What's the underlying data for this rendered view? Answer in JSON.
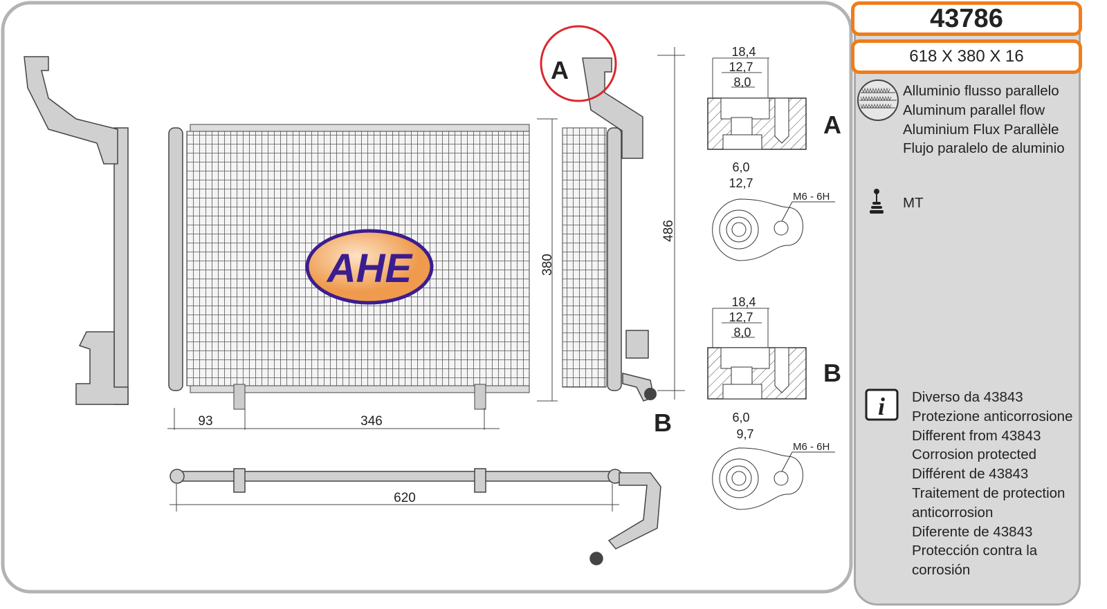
{
  "product": {
    "code": "43786",
    "dimensions": "618 X 380 X 16"
  },
  "material": {
    "icon": "parallel-flow-core-icon",
    "lines": [
      "Alluminio flusso parallelo",
      "Aluminum parallel flow",
      "Aluminium Flux Parallèle",
      "Flujo paralelo de aluminio"
    ]
  },
  "transmission": {
    "icon": "gear-shift-icon",
    "label": "MT"
  },
  "notes": {
    "icon": "info-icon",
    "lines": [
      "Diverso da 43843",
      "Protezione anticorrosione",
      "Different from 43843",
      "Corrosion protected",
      "Différent de 43843",
      "Traitement de protection",
      "anticorrosion",
      "Diferente de 43843",
      "Protección contra la",
      "corrosión"
    ]
  },
  "drawing": {
    "logo": "AHE",
    "dims": {
      "height_core": "380",
      "height_total": "486",
      "bracket_left": "93",
      "bracket_span": "346",
      "width_total": "620"
    },
    "callouts": {
      "a": "A",
      "b": "B"
    },
    "detail_a": {
      "label": "A",
      "d1": "18,4",
      "d2": "12,7",
      "d3": "8,0",
      "d4": "6,0",
      "d5": "12,7",
      "thread": "M6 - 6H"
    },
    "detail_b": {
      "label": "B",
      "d1": "18,4",
      "d2": "12,7",
      "d3": "8,0",
      "d4": "6,0",
      "d5": "9,7",
      "thread": "M6 - 6H"
    },
    "colors": {
      "accent": "#ef7d1a",
      "callout": "#d9272e",
      "logo_blue": "#3b1d8f",
      "logo_orange": "#f0a35a"
    }
  }
}
